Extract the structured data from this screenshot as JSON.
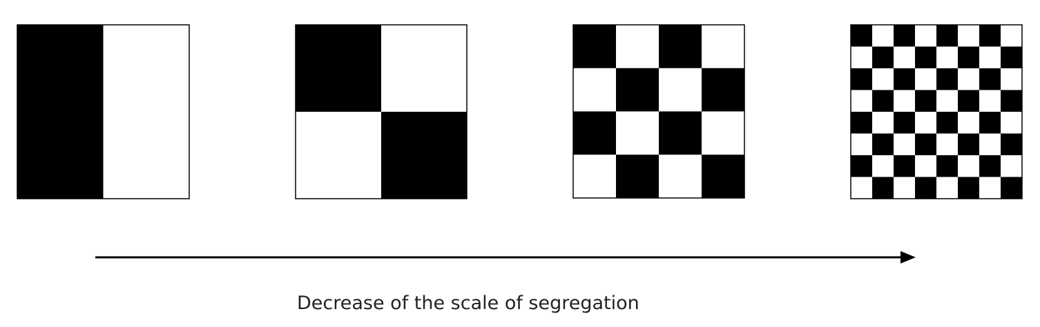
{
  "diagram": {
    "panels": [
      {
        "name": "panel-1x2",
        "rows": 1,
        "cols": 2,
        "pattern": "vertical-halves"
      },
      {
        "name": "panel-2x2",
        "rows": 2,
        "cols": 2,
        "pattern": "checker"
      },
      {
        "name": "panel-4x4",
        "rows": 4,
        "cols": 4,
        "pattern": "checker"
      },
      {
        "name": "panel-8x8",
        "rows": 8,
        "cols": 8,
        "pattern": "checker"
      }
    ],
    "colors": {
      "dark": "#000000",
      "light": "#ffffff",
      "border": "#000000",
      "arrow": "#000000",
      "text": "#222222"
    },
    "arrow": {
      "direction": "right"
    },
    "caption": "Decrease of the scale of segregation"
  }
}
